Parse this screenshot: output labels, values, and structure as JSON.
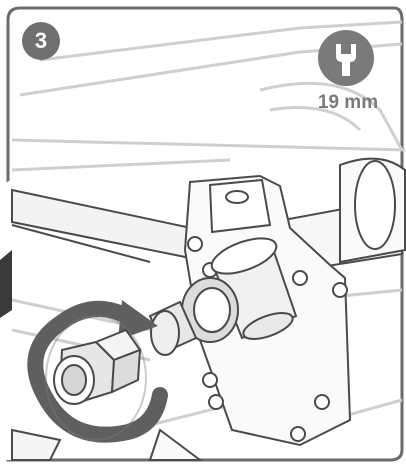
{
  "step": {
    "number": "3"
  },
  "tool": {
    "icon": "wrench-icon",
    "size_label": "19 mm"
  },
  "illustration": {
    "subject": "bolt-and-fitting-assembly",
    "action_icon": "rotate-arrow-icon"
  },
  "colors": {
    "line": "#4a4a4a",
    "light_line": "#cfcfcf",
    "badge": "#6f6f6f",
    "arrow": "#5f5f5f"
  }
}
